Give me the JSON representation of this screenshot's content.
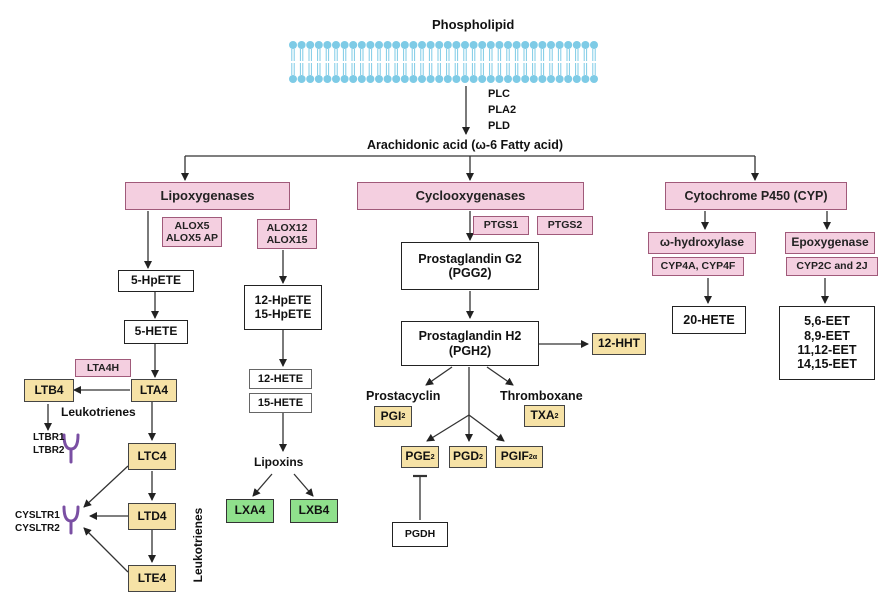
{
  "top": {
    "phospholipid": "Phospholipid",
    "enzymes": [
      "PLC",
      "PLA2",
      "PLD"
    ],
    "arachidonic": "Arachidonic acid (ω-6 Fatty acid)"
  },
  "lipoxygenase": {
    "header": "Lipoxygenases",
    "alox5": [
      "ALOX5",
      "ALOX5 AP"
    ],
    "alox12": [
      "ALOX12",
      "ALOX15"
    ],
    "hpete5": "5-HpETE",
    "hete5": "5-HETE",
    "lta4h": "LTA4H",
    "lta4": "LTA4",
    "ltb4": "LTB4",
    "leukotrienes": "Leukotrienes",
    "ltbr": [
      "LTBR1",
      "LTBR2"
    ],
    "ltc4": "LTC4",
    "ltd4": "LTD4",
    "lte4": "LTE4",
    "leukotrienes_vertical": "Leukotrienes",
    "cysltr": [
      "CYSLTR1",
      "CYSLTR2"
    ],
    "hpete12": [
      "12-HpETE",
      "15-HpETE"
    ],
    "hete12": "12-HETE",
    "hete15": "15-HETE",
    "lipoxins": "Lipoxins",
    "lxa4": "LXA4",
    "lxb4": "LXB4"
  },
  "cyclooxygenase": {
    "header": "Cyclooxygenases",
    "ptgs1": "PTGS1",
    "ptgs2": "PTGS2",
    "pgg2": [
      "Prostaglandin G2",
      "(PGG2)"
    ],
    "pgh2": [
      "Prostaglandin H2",
      "(PGH2)"
    ],
    "hht": "12-HHT",
    "prostacyclin": "Prostacyclin",
    "thromboxane": "Thromboxane",
    "pgi": {
      "base": "PGI",
      "sub": "2"
    },
    "txa": {
      "base": "TXA",
      "sub": "2"
    },
    "pge": {
      "base": "PGE",
      "sub": "2"
    },
    "pgd": {
      "base": "PGD",
      "sub": "2"
    },
    "pgf": {
      "base": "PGIF",
      "sub": "2α"
    },
    "pgdh": "PGDH"
  },
  "cyp": {
    "header": "Cytochrome P450 (CYP)",
    "hydroxylase": "ω-hydroxylase",
    "epoxygenase": "Epoxygenase",
    "cyp4": "CYP4A, CYP4F",
    "cyp2": "CYP2C and 2J",
    "hete20": "20-HETE",
    "eet": [
      "5,6-EET",
      "8,9-EET",
      "11,12-EET",
      "14,15-EET"
    ]
  },
  "colors": {
    "pink": "#f4cfe0",
    "yellow": "#f6e2a6",
    "green": "#8fe08c",
    "membrane": "#7ecbe6",
    "receptor": "#7a4fa3"
  }
}
